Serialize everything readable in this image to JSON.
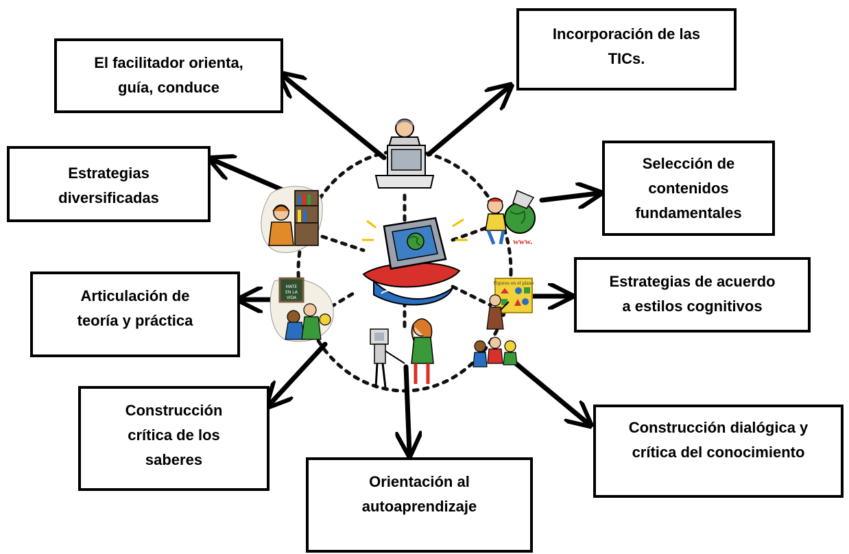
{
  "boxes": {
    "facilitador": "El facilitador orienta,\nguía, conduce",
    "tics": "Incorporación de las\nTICs.",
    "estrategias_div": "Estrategias\ndiversificadas",
    "seleccion": "Selección de\ncontenidos\nfundamentales",
    "articulacion": "Articulación de\nteoría y práctica",
    "estrategias_acuerdo": "Estrategias de acuerdo\na estilos cognitivos",
    "construccion_critica": "Construcción\ncrítica de los\nsaberes",
    "construccion_dialogica": "Construcción dialógica y\ncrítica del conocimiento",
    "orientacion": "Orientación al\nautoaprendizaje"
  },
  "illustrations": {
    "center": "computer-with-globe-icon",
    "top": "person-at-computer-icon",
    "left_top": "person-at-bookshelf-icon",
    "right_top": "kid-with-globe-www-icon",
    "left_mid": "classroom-blackboard-icon",
    "right_mid": "teacher-at-board-icon",
    "bottom_left": "robot-and-girl-icon",
    "bottom_right": "children-group-icon"
  },
  "palette": {
    "stroke": "#000000",
    "screen_blue": "#3d7fc4",
    "globe_green": "#3a9a3a",
    "board_yellow": "#f2d23a",
    "wave_blue": "#2a6fbf",
    "wave_red": "#d8302a",
    "skin": "#f1c7a0"
  }
}
